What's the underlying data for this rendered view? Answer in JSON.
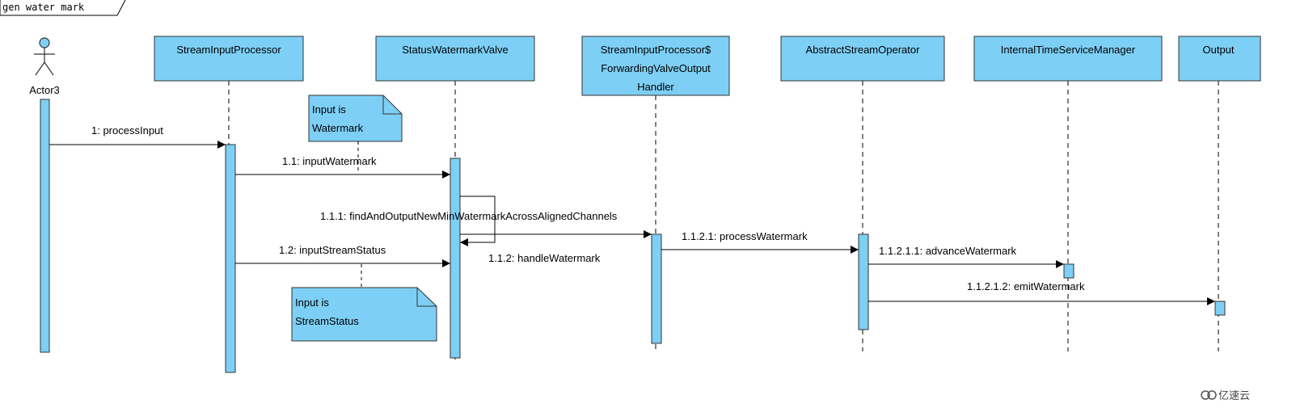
{
  "frame": {
    "title": "gen water mark"
  },
  "actor": {
    "name": "Actor3"
  },
  "participants": [
    {
      "lines": [
        "StreamInputProcessor"
      ]
    },
    {
      "lines": [
        "StatusWatermarkValve"
      ]
    },
    {
      "lines": [
        "StreamInputProcessor$",
        "ForwardingValveOutput",
        "Handler"
      ]
    },
    {
      "lines": [
        "AbstractStreamOperator"
      ]
    },
    {
      "lines": [
        "InternalTimeServiceManager"
      ]
    },
    {
      "lines": [
        "Output"
      ]
    }
  ],
  "messages": [
    {
      "label": "1: processInput"
    },
    {
      "label": "1.1: inputWatermark"
    },
    {
      "label": "1.1.1: findAndOutputNewMinWatermarkAcrossAlignedChannels"
    },
    {
      "label": "1.1.2: handleWatermark"
    },
    {
      "label": "1.1.2.1: processWatermark"
    },
    {
      "label": "1.1.2.1.1: advanceWatermark"
    },
    {
      "label": "1.1.2.1.2: emitWatermark"
    },
    {
      "label": "1.2: inputStreamStatus"
    }
  ],
  "notes": [
    {
      "lines": [
        "Input is",
        "Watermark"
      ]
    },
    {
      "lines": [
        "Input is",
        "StreamStatus"
      ]
    }
  ],
  "watermark": {
    "text": "亿速云"
  },
  "colors": {
    "box": "#7dcff5",
    "stroke": "#333333",
    "line": "#000000"
  }
}
